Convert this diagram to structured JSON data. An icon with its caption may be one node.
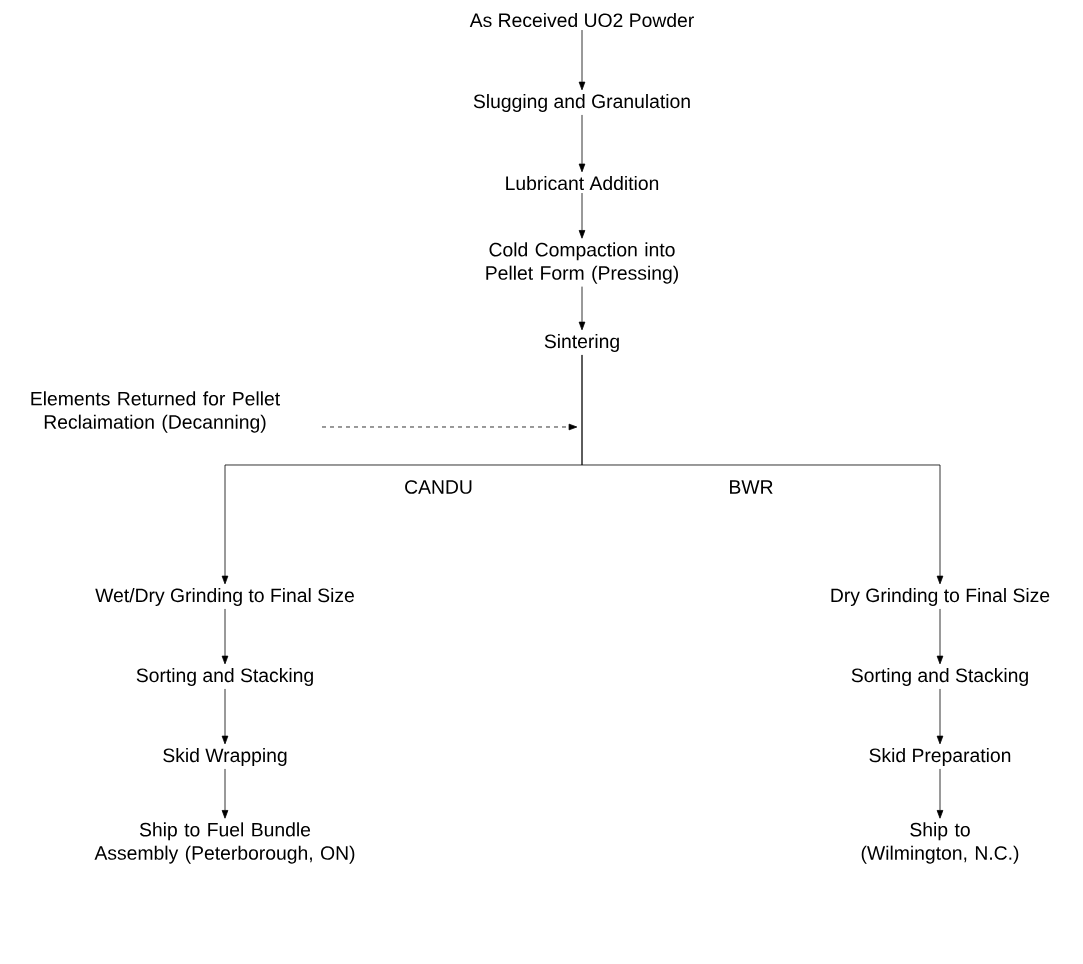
{
  "diagram": {
    "nodes": [
      {
        "text": [
          "As Received UO2 Powder"
        ]
      },
      {
        "text": [
          "Slugging and Granulation"
        ]
      },
      {
        "text": [
          "Lubricant Addition"
        ]
      },
      {
        "text": [
          "Cold Compaction into Pellet Form (Pressing)"
        ]
      },
      {
        "text": [
          "Sintering"
        ]
      },
      {
        "text": [
          "Elements Returned for Pellet Reclaimation (Decanning)"
        ]
      },
      {
        "text": [
          "Wet/Dry Grinding to Final Size"
        ]
      },
      {
        "text": [
          "Sorting and Stacking"
        ]
      },
      {
        "text": [
          "Skid Wrapping"
        ]
      },
      {
        "text": [
          "Ship to Fuel Bundle Assembly (Peterborough, ON)"
        ]
      },
      {
        "text": [
          "Dry Grinding to Final Size"
        ]
      },
      {
        "text": [
          "Sorting and Stacking"
        ]
      },
      {
        "text": [
          "Skid Preparation"
        ]
      },
      {
        "text": [
          "Ship to (Wilmington, N.C.)"
        ]
      }
    ],
    "edges": [
      {
        "from": 0,
        "to": 1,
        "arrow": "to"
      },
      {
        "from": 1,
        "to": 2,
        "arrow": "to"
      },
      {
        "from": 2,
        "to": 3,
        "arrow": "to"
      },
      {
        "from": 3,
        "to": 4,
        "arrow": "to"
      },
      {
        "from": 5,
        "to": null,
        "arrow": "to",
        "style": "dashed"
      },
      {
        "from": 4,
        "to": 6,
        "arrow": "to",
        "label": "CANDU"
      },
      {
        "from": 4,
        "to": 10,
        "arrow": "to",
        "label": "BWR"
      },
      {
        "from": 6,
        "to": 7,
        "arrow": "to"
      },
      {
        "from": 7,
        "to": 8,
        "arrow": "to"
      },
      {
        "from": 8,
        "to": 9,
        "arrow": "to"
      },
      {
        "from": 10,
        "to": 11,
        "arrow": "to"
      },
      {
        "from": 11,
        "to": 12,
        "arrow": "to"
      },
      {
        "from": 12,
        "to": 13,
        "arrow": "to"
      }
    ]
  }
}
